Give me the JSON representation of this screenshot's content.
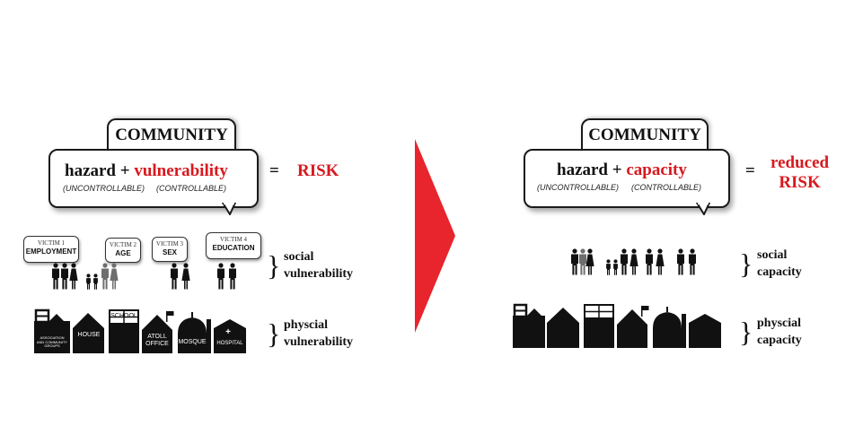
{
  "left": {
    "community": "COMMUNITY",
    "hazard": "hazard",
    "plus": "+",
    "second_term": "vulnerability",
    "hazard_note": "(UNCONTROLLABLE)",
    "second_note": "(CONTROLLABLE)",
    "equals": "=",
    "result": "RISK",
    "victims": [
      {
        "top": "VICTIM 1",
        "bottom": "EMPLOYMENT"
      },
      {
        "top": "VICTIM 2",
        "bottom": "AGE"
      },
      {
        "top": "VICTIM 3",
        "bottom": "SEX"
      },
      {
        "top": "VICTIM 4",
        "bottom": "EDUCATION"
      }
    ],
    "social_label_1": "social",
    "social_label_2": "vulnerability",
    "buildings": {
      "community_groups": "ASSOCIATION AND COMMUNITY GROUPS",
      "house": "HOUSE",
      "school": "SCHOOL",
      "atoll_office": "ATOLL OFFICE",
      "mosque": "MOSQUE",
      "hospital": "HOSPITAL",
      "hospital_symbol": "+"
    },
    "physical_label_1": "physcial",
    "physical_label_2": "vulnerability"
  },
  "right": {
    "community": "COMMUNITY",
    "hazard": "hazard",
    "plus": "+",
    "second_term": "capacity",
    "hazard_note": "(UNCONTROLLABLE)",
    "second_note": "(CONTROLLABLE)",
    "equals": "=",
    "result_1": "reduced",
    "result_2": "RISK",
    "social_label_1": "social",
    "social_label_2": "capacity",
    "physical_label_1": "physcial",
    "physical_label_2": "capacity"
  },
  "colors": {
    "accent_red": "#d7191f",
    "figure_dark": "#111111",
    "figure_grey": "#6e6e6e"
  }
}
